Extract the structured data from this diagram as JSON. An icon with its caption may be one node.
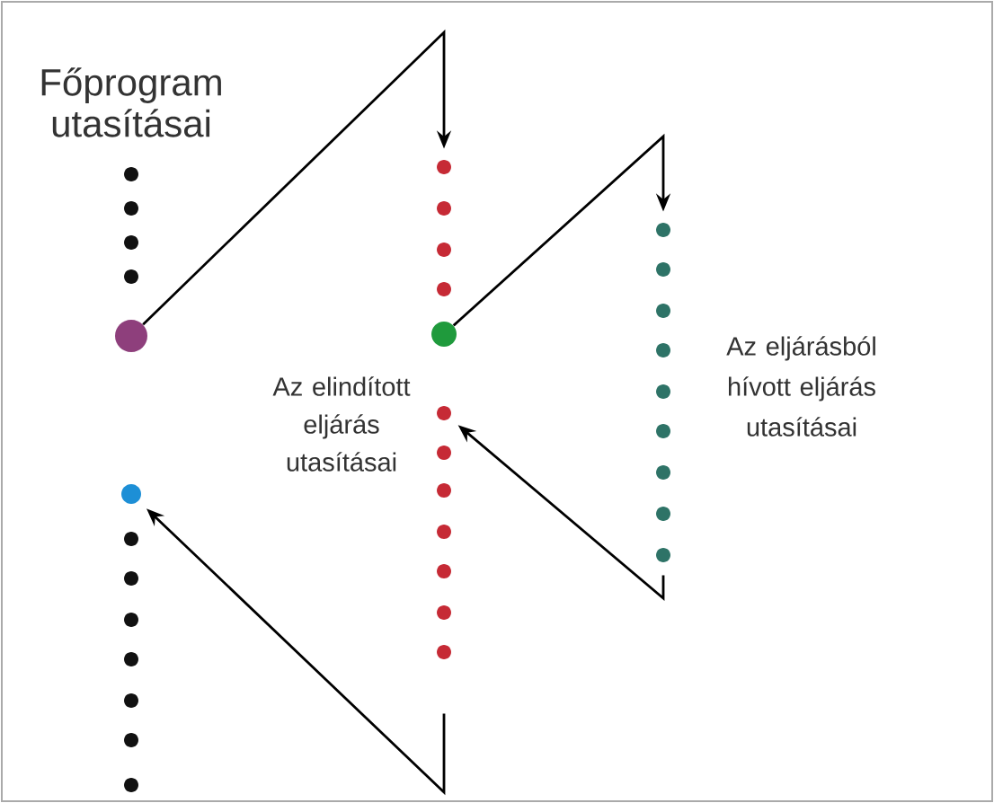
{
  "diagram": {
    "nodes": [
      {
        "text": [],
        "shape": "circle"
      },
      {
        "text": [],
        "shape": "circle"
      },
      {
        "text": [],
        "shape": "circle"
      },
      {
        "text": [],
        "shape": "circle"
      },
      {
        "text": [],
        "shape": "circle"
      },
      {
        "text": [],
        "shape": "circle"
      },
      {
        "text": [],
        "shape": "circle"
      },
      {
        "text": [],
        "shape": "circle"
      }
    ],
    "edges": [
      {
        "from": 0,
        "to": 1,
        "arrow": "to"
      },
      {
        "from": 2,
        "to": 3,
        "arrow": "to"
      },
      {
        "from": 4,
        "to": 5,
        "arrow": "to"
      },
      {
        "from": 6,
        "to": 7,
        "arrow": "to"
      }
    ],
    "labels": [
      "Főprogram utasításai",
      "Az elindított eljárás utasításai",
      "Az eljárásból hívott eljárás utasításai"
    ]
  }
}
